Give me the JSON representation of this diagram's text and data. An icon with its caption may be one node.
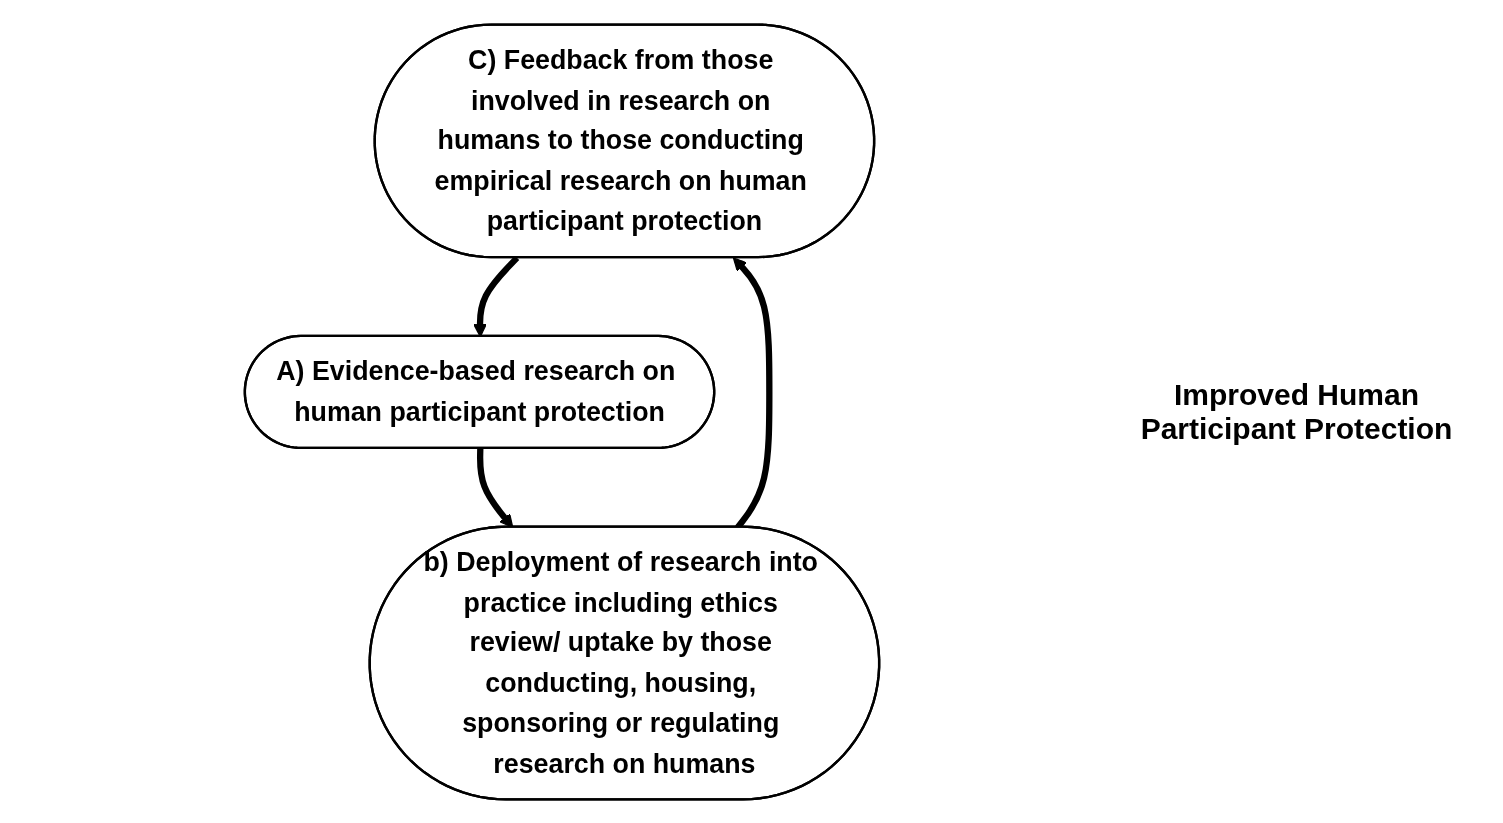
{
  "diagram": {
    "nodes": [
      {
        "text": [
          "C) Feedback from those involved in research on humans to those conducting empirical research on human participant protection"
        ]
      },
      {
        "text": [
          "A) Evidence-based research on human participant protection"
        ]
      },
      {
        "text": [
          "b) Deployment of research into practice including ethics review/ uptake by those conducting, housing, sponsoring or regulating research on humans"
        ]
      }
    ],
    "edges": [
      {
        "from": 0,
        "to": 1,
        "arrow": "to"
      },
      {
        "from": 1,
        "to": 2,
        "arrow": "to"
      },
      {
        "from": 2,
        "to": 0,
        "arrow": "to"
      }
    ],
    "labels": [
      "Improved Human Participant Protection"
    ]
  }
}
